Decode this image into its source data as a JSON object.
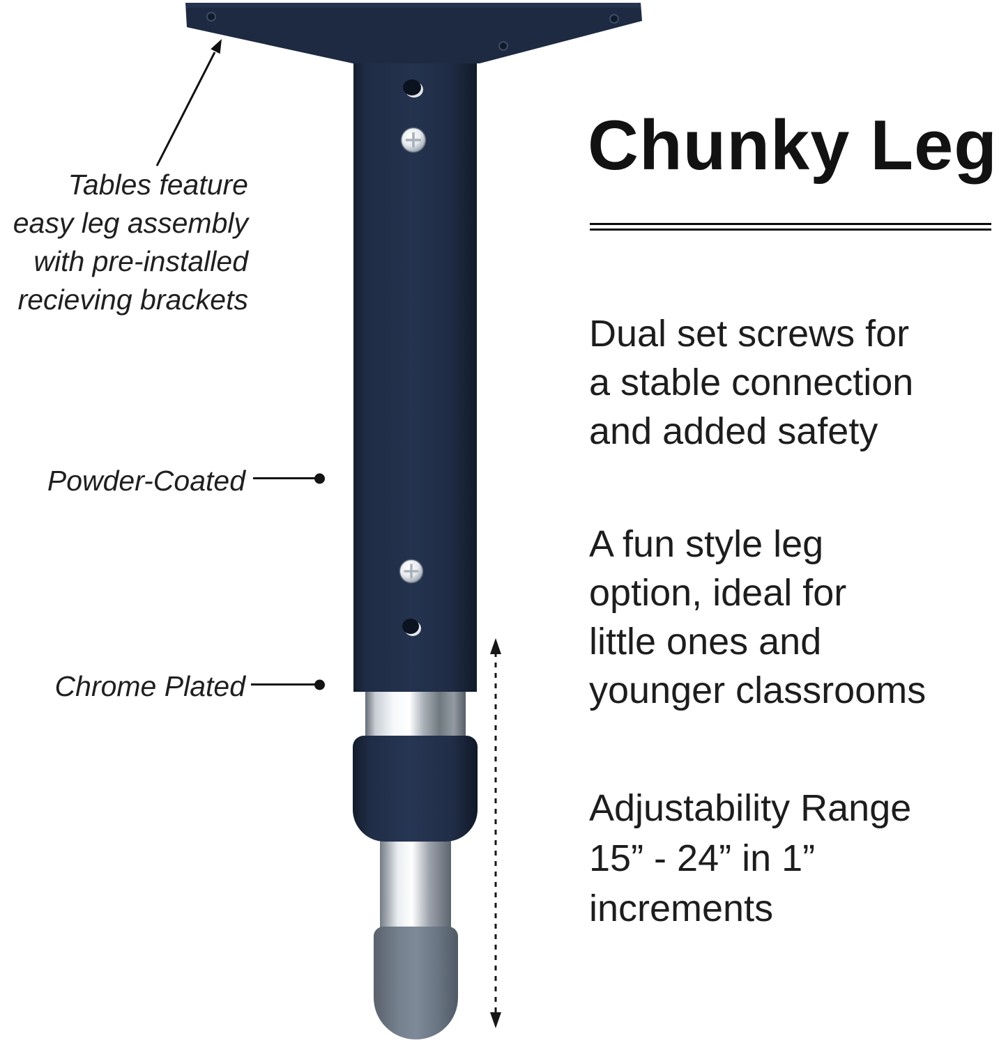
{
  "title": "Chunky Leg",
  "left": {
    "assembly": [
      "Tables feature",
      "easy leg assembly",
      "with pre-installed",
      "recieving brackets"
    ],
    "powder_coated": "Powder-Coated",
    "chrome_plated": "Chrome Plated"
  },
  "right": {
    "feature_screws": [
      "Dual set screws for",
      "a stable connection",
      "and added safety"
    ],
    "feature_style": [
      "A fun style leg",
      "option, ideal for",
      "little ones and",
      "younger classrooms"
    ],
    "feature_adjust": [
      "Adjustability Range",
      "15” - 24” in 1” increments"
    ]
  },
  "colors": {
    "navy": "#1f2c45",
    "chrome_highlight": "#ffffff",
    "chrome_shadow": "#6f777f",
    "foot_gray": "#6e7987",
    "ink": "#141414"
  }
}
